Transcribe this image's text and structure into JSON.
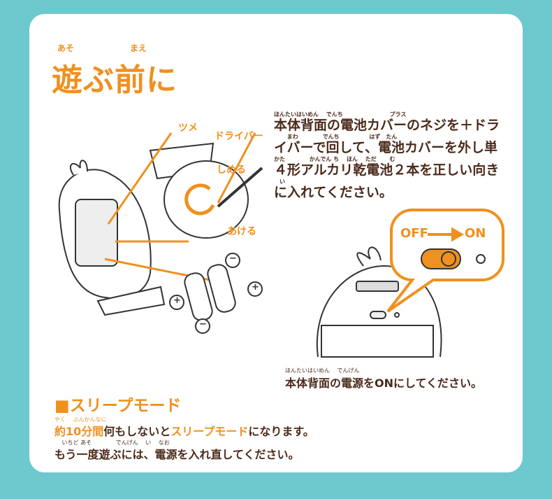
{
  "title": {
    "text": "遊ぶ前に",
    "ruby_1": "あそ",
    "ruby_2": "まえ"
  },
  "labels": {
    "tsume": "ツメ",
    "driver": "ドライバー",
    "shimeru": "しめる",
    "akeru": "あける",
    "plus": "+",
    "minus": "−",
    "off": "OFF",
    "on": "ON"
  },
  "instructions": {
    "ruby": [
      "ほんたいはいめん　 でんち　　　　　　　　 プラス",
      "　　 まわ　　　　 でんち　　　　　 はず　たん",
      "かた　　　　 かんでん ち　 ほん　 ただ　　 む",
      "　い"
    ],
    "lines": [
      "本体背面の電池カバーのネジを＋ドラ",
      "イバーで回して、電池カバーを外し単",
      "４形アルカリ乾電池２本を正しい向き",
      "に入れてください。"
    ]
  },
  "power": {
    "ruby": "ほんたいはいめん　 でんげん",
    "text": "本体背面の電源をONにしてください。"
  },
  "sleep": {
    "heading": "■スリープモード",
    "ruby_1": "やく　 ぶんかんなに",
    "line1_a": "約10分間",
    "line1_b": "何もしないと",
    "line1_c": "スリープモード",
    "line1_d": "になります。",
    "ruby_2": "　 いちど あそ　　　　 でんげん　 い　 なお",
    "line2": "もう一度遊ぶには、電源を入れ直してください。"
  }
}
